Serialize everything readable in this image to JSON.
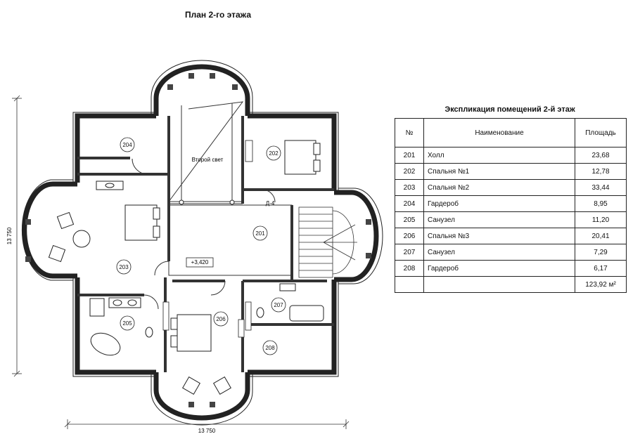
{
  "plan": {
    "title": "План 2-го этажа",
    "overall_width": "13 750",
    "overall_height": "13 750",
    "level_mark": "+3,420",
    "second_light": "Второй свет",
    "door_mark": "Д-4",
    "rooms": [
      "201",
      "202",
      "203",
      "204",
      "205",
      "206",
      "207",
      "208"
    ]
  },
  "explication": {
    "title": "Экспликация помещений 2-й этаж",
    "headers": {
      "num": "№",
      "name": "Наименование",
      "area": "Площадь"
    },
    "rows": [
      {
        "num": "201",
        "name": "Холл",
        "area": "23,68"
      },
      {
        "num": "202",
        "name": "Спальня №1",
        "area": "12,78"
      },
      {
        "num": "203",
        "name": "Спальня №2",
        "area": "33,44"
      },
      {
        "num": "204",
        "name": "Гардероб",
        "area": "8,95"
      },
      {
        "num": "205",
        "name": "Санузел",
        "area": "11,20"
      },
      {
        "num": "206",
        "name": "Спальня №3",
        "area": "20,41"
      },
      {
        "num": "207",
        "name": "Санузел",
        "area": "7,29"
      },
      {
        "num": "208",
        "name": "Гардероб",
        "area": "6,17"
      }
    ],
    "total": {
      "num": "",
      "name": "",
      "area": "123,92 м²"
    }
  }
}
